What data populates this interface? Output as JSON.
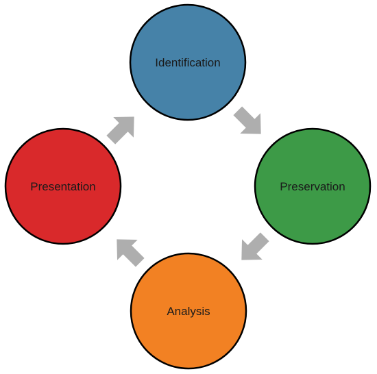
{
  "nodes": [
    {
      "id": "identification",
      "label": "Identification",
      "color": "#4682a8"
    },
    {
      "id": "preservation",
      "label": "Preservation",
      "color": "#3d9a47"
    },
    {
      "id": "analysis",
      "label": "Analysis",
      "color": "#f28123"
    },
    {
      "id": "presentation",
      "label": "Presentation",
      "color": "#d9292b"
    }
  ],
  "node_stroke_color": "#000000",
  "arrow_color": "#aeaeae",
  "arrow_icon": "block-arrow-icon"
}
